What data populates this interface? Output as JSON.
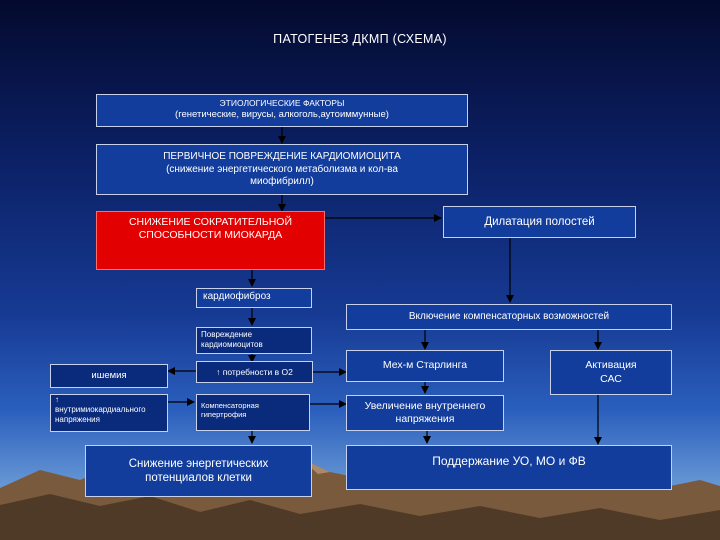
{
  "title": "ПАТОГЕНЕЗ ДКМП (СХЕМА)",
  "colors": {
    "box_fill": "#123d9c",
    "box_border": "#c7d1ea",
    "highlight_fill": "#e20000",
    "connector": "#000000"
  },
  "boxes": {
    "etiology": {
      "line1": "ЭТИОЛОГИЧЕСКИЕ ФАКТОРЫ",
      "line2": "(генетические, вирусы, алкоголь,аутоиммунные)"
    },
    "primary_damage": {
      "line1": "ПЕРВИЧНОЕ ПОВРЕЖДЕНИЕ КАРДИОМИОЦИТА",
      "line2": "(снижение энергетического метаболизма и кол-ва",
      "line3": "миофибрилл)"
    },
    "contractility": {
      "line1": "СНИЖЕНИЕ СОКРАТИТЕЛЬНОЙ",
      "line2": "СПОСОБНОСТИ МИОКАРДА"
    },
    "dilation": {
      "text": "Дилатация полостей"
    },
    "cardiofibrosis": {
      "text": "кардиофиброз"
    },
    "compensation": {
      "text": "Включение компенсаторных возможностей"
    },
    "cardiomyocyte_damage": {
      "line1": "Повреждение",
      "line2": "кардиомиоцитов"
    },
    "ischemia": {
      "text": "ишемия"
    },
    "o2_demand": {
      "text": "↑ потребности в О2"
    },
    "intramyocardial": {
      "line1": "↑",
      "line2": "внутримиокардиального",
      "line3": "напряжения"
    },
    "hypertrophy": {
      "line1": "Компенсаторная",
      "line2": "гипертрофия"
    },
    "energy_drop": {
      "line1": "Снижение энергетических",
      "line2": "потенциалов клетки"
    },
    "starling": {
      "text": "Мех-м Старлинга"
    },
    "sas": {
      "line1": "Активация",
      "line2": "САС"
    },
    "wall_tension": {
      "line1": "Увеличение внутреннего",
      "line2": "напряжения"
    },
    "maintain": {
      "text": "Поддержание УО, МО и ФВ"
    }
  }
}
